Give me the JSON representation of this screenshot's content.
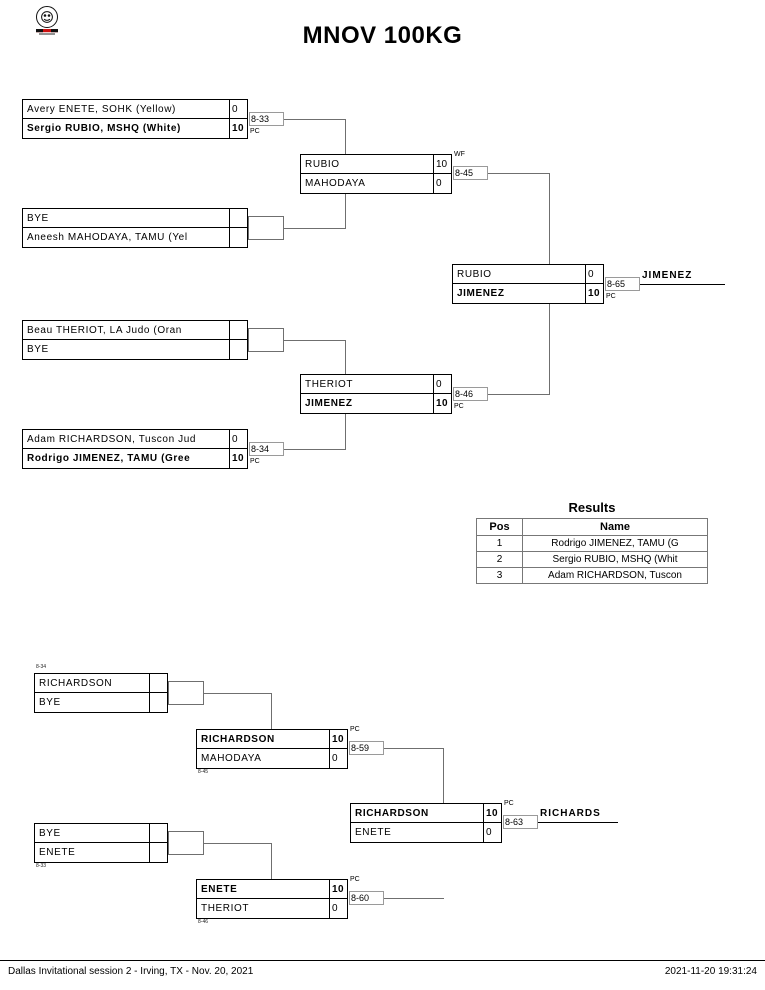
{
  "header": {
    "title": "MNOV 100KG",
    "logo_alt": "judo-club-logo"
  },
  "main_bracket": {
    "matches": [
      {
        "id": "m1",
        "code": "8-33",
        "note": "PC",
        "competitors": [
          {
            "name": "Avery ENETE, SOHK (Yellow)",
            "score": "0",
            "winner": false
          },
          {
            "name": "Sergio RUBIO, MSHQ (White)",
            "score": "10",
            "winner": true
          }
        ]
      },
      {
        "id": "m2",
        "code": "",
        "note": "",
        "competitors": [
          {
            "name": "BYE",
            "score": "",
            "winner": false
          },
          {
            "name": "Aneesh MAHODAYA, TAMU (Yel",
            "score": "",
            "winner": false
          }
        ]
      },
      {
        "id": "m3",
        "code": "8-45",
        "note": "WF",
        "competitors": [
          {
            "name": "RUBIO",
            "score": "10",
            "winner": false
          },
          {
            "name": "MAHODAYA",
            "score": "0",
            "winner": false
          }
        ]
      },
      {
        "id": "m4",
        "code": "",
        "note": "",
        "competitors": [
          {
            "name": "Beau THERIOT, LA Judo (Oran",
            "score": "",
            "winner": false
          },
          {
            "name": "BYE",
            "score": "",
            "winner": false
          }
        ]
      },
      {
        "id": "m5",
        "code": "8-34",
        "note": "PC",
        "competitors": [
          {
            "name": "Adam RICHARDSON, Tuscon Jud",
            "score": "0",
            "winner": false
          },
          {
            "name": "Rodrigo JIMENEZ, TAMU (Gree",
            "score": "10",
            "winner": true
          }
        ]
      },
      {
        "id": "m6",
        "code": "8-46",
        "note": "PC",
        "competitors": [
          {
            "name": "THERIOT",
            "score": "0",
            "winner": false
          },
          {
            "name": "JIMENEZ",
            "score": "10",
            "winner": true
          }
        ]
      },
      {
        "id": "m7",
        "code": "8-65",
        "note": "PC",
        "competitors": [
          {
            "name": "RUBIO",
            "score": "0",
            "winner": false
          },
          {
            "name": "JIMENEZ",
            "score": "10",
            "winner": true
          }
        ]
      }
    ],
    "champion": "JIMENEZ"
  },
  "repechage_bracket": {
    "matches": [
      {
        "id": "r1",
        "code": "",
        "note": "",
        "feeder_label": "8-34",
        "competitors": [
          {
            "name": "RICHARDSON",
            "score": "",
            "winner": false
          },
          {
            "name": "BYE",
            "score": "",
            "winner": false
          }
        ]
      },
      {
        "id": "r2",
        "code": "",
        "note": "",
        "feeder_label": "8-33",
        "competitors": [
          {
            "name": "BYE",
            "score": "",
            "winner": false
          },
          {
            "name": "ENETE",
            "score": "",
            "winner": false
          }
        ]
      },
      {
        "id": "r3",
        "code": "8-59",
        "note": "PC",
        "feeder_label": "8-45",
        "competitors": [
          {
            "name": "RICHARDSON",
            "score": "10",
            "winner": true
          },
          {
            "name": "MAHODAYA",
            "score": "0",
            "winner": false
          }
        ]
      },
      {
        "id": "r4",
        "code": "8-60",
        "note": "PC",
        "feeder_label": "8-46",
        "competitors": [
          {
            "name": "ENETE",
            "score": "10",
            "winner": true
          },
          {
            "name": "THERIOT",
            "score": "0",
            "winner": false
          }
        ]
      },
      {
        "id": "r5",
        "code": "8-63",
        "note": "PC",
        "feeder_label": "",
        "competitors": [
          {
            "name": "RICHARDSON",
            "score": "10",
            "winner": true
          },
          {
            "name": "ENETE",
            "score": "0",
            "winner": false
          }
        ]
      }
    ],
    "winner": "RICHARDS"
  },
  "results": {
    "title": "Results",
    "columns": [
      "Pos",
      "Name"
    ],
    "rows": [
      {
        "pos": "1",
        "name": "Rodrigo JIMENEZ, TAMU (G"
      },
      {
        "pos": "2",
        "name": "Sergio RUBIO, MSHQ (Whit"
      },
      {
        "pos": "3",
        "name": "Adam RICHARDSON, Tuscon"
      }
    ]
  },
  "footer": {
    "left": "Dallas Invitational session 2 - Irving, TX - Nov. 20, 2021",
    "right": "2021-11-20 19:31:24"
  }
}
